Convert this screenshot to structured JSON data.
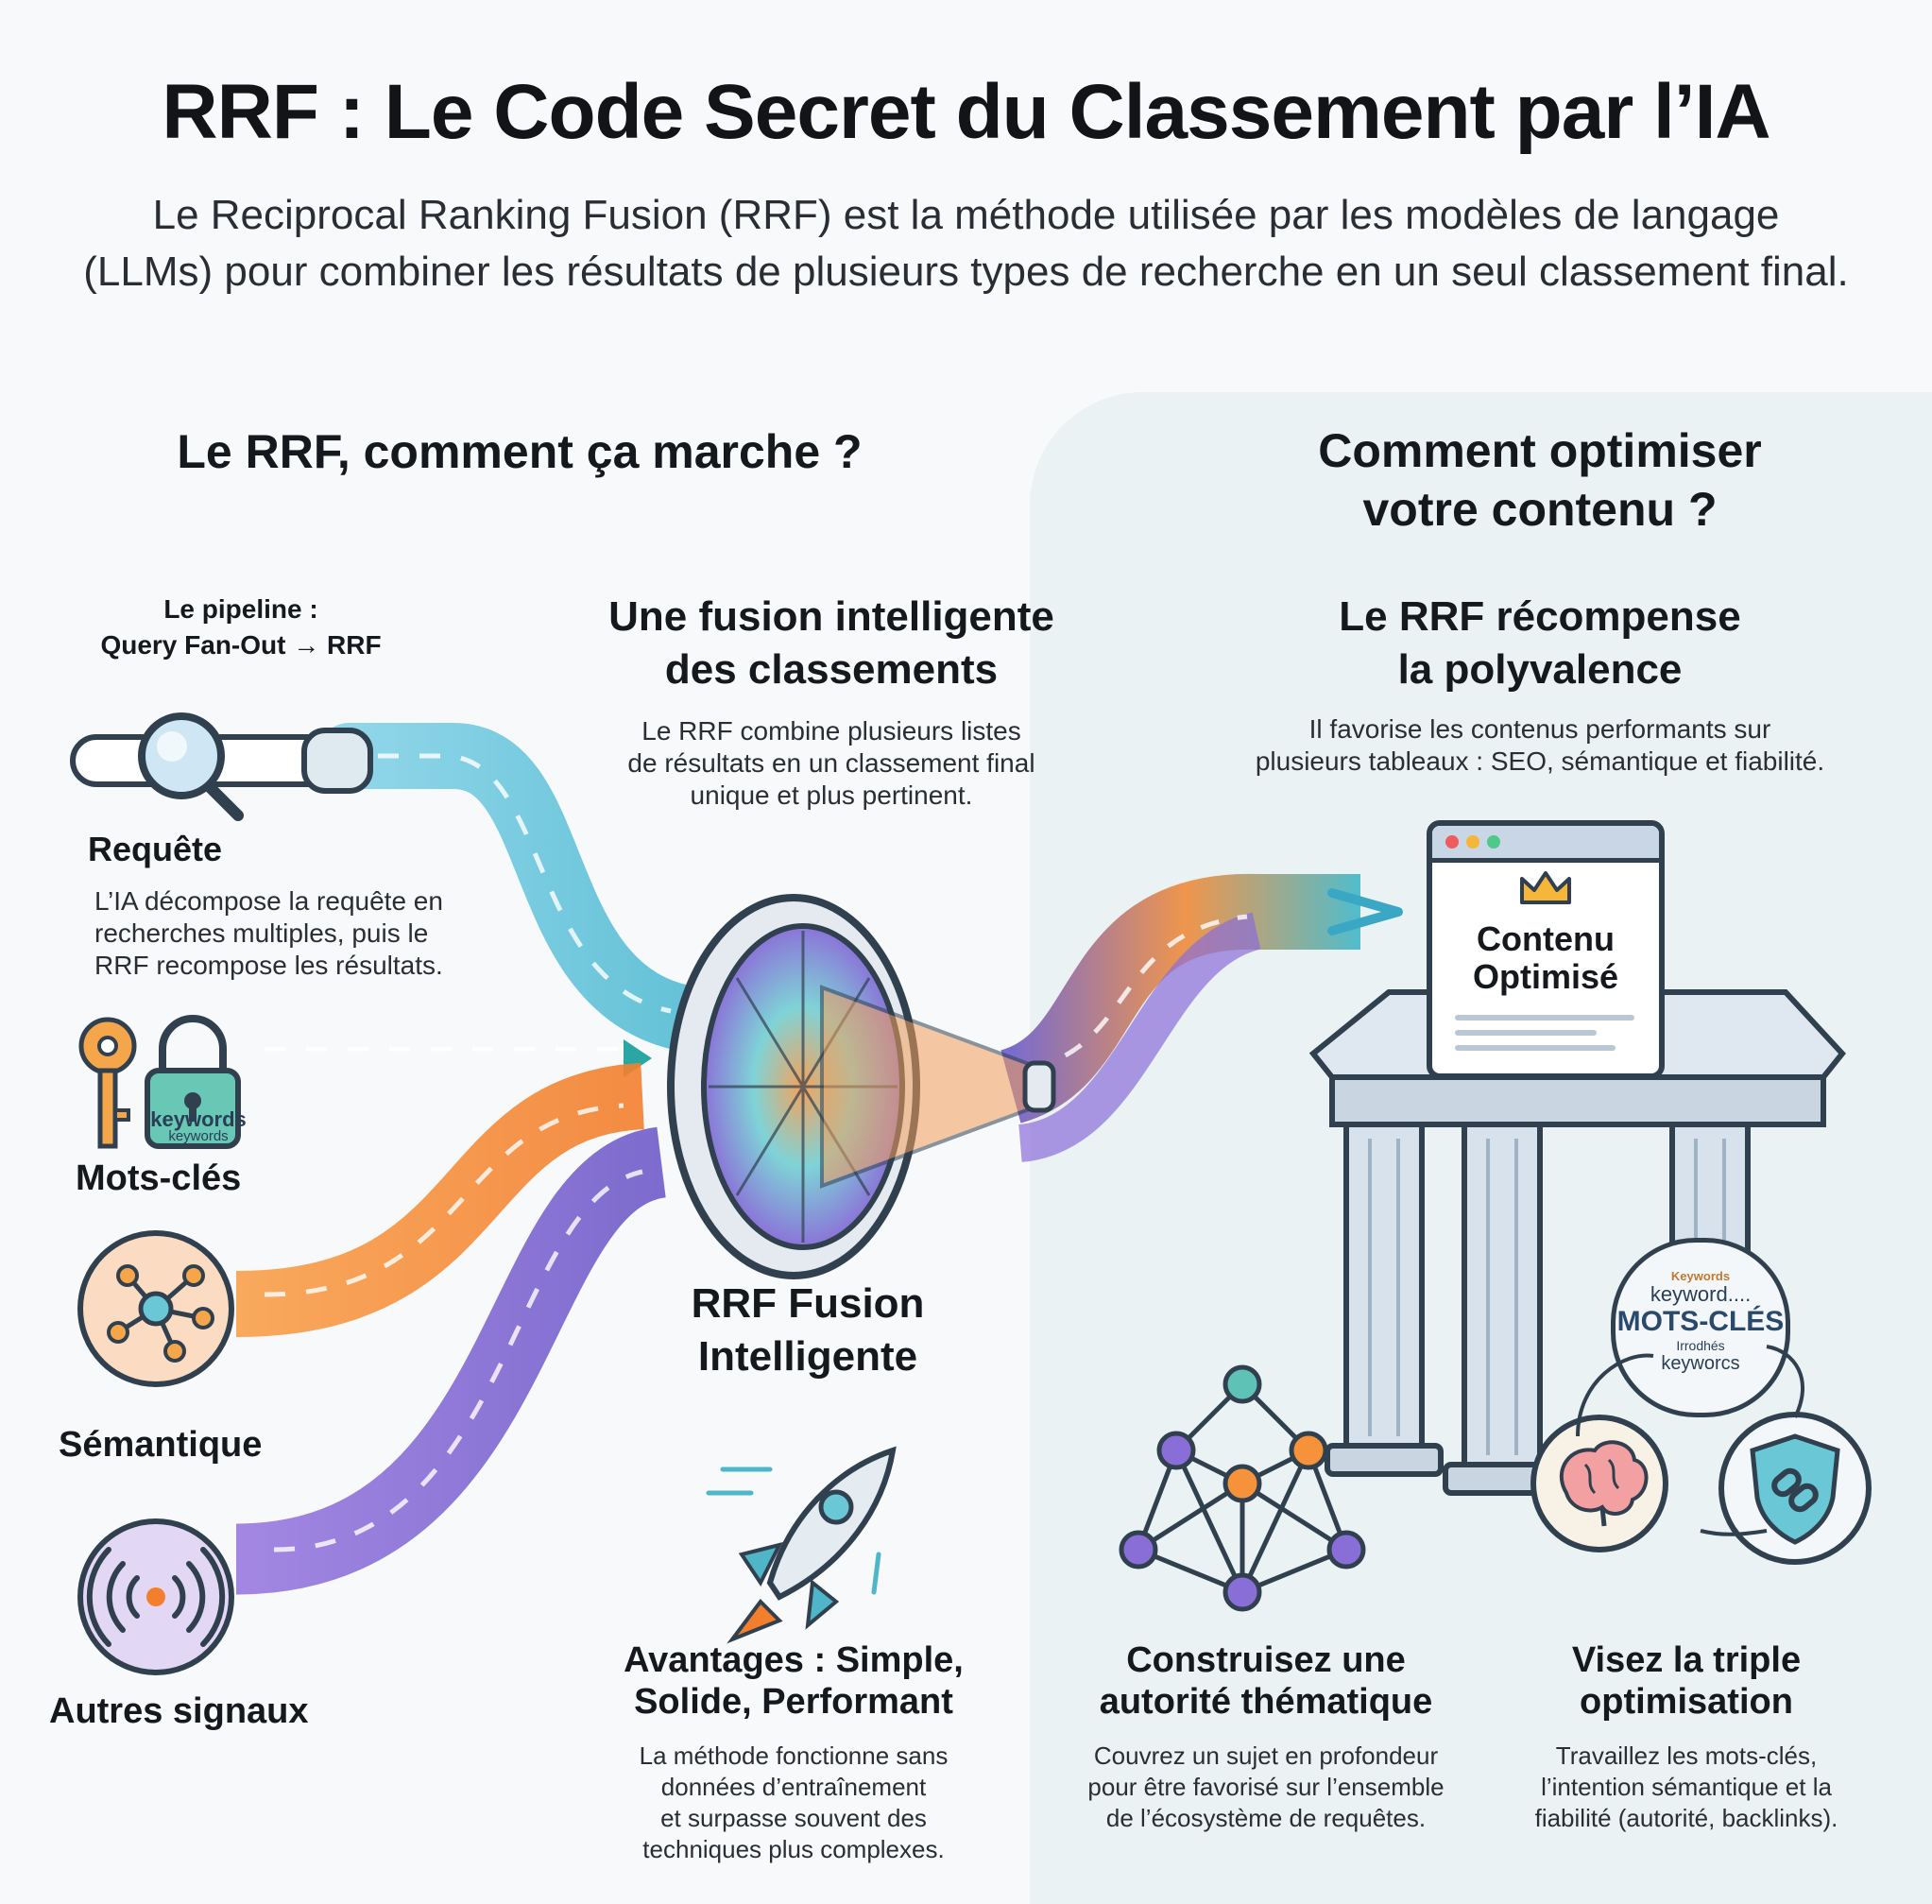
{
  "header": {
    "title": "RRF : Le Code Secret du Classement par l’IA",
    "subtitle_line1": "Le Reciprocal Ranking Fusion (RRF) est la méthode utilisée par les modèles de langage",
    "subtitle_line2": "(LLMs) pour combiner les résultats de plusieurs types de recherche en un seul classement final."
  },
  "left": {
    "heading": "Le RRF, comment ça marche ?",
    "pipeline_line1": "Le pipeline :",
    "pipeline_line2": "Query Fan-Out → RRF",
    "inputs": [
      {
        "label": "Requête",
        "icon": "magnifier-icon"
      },
      {
        "label": "Mots-clés",
        "icon": "key-lock-icon"
      },
      {
        "label": "Sémantique",
        "icon": "network-node-icon"
      },
      {
        "label": "Autres signaux",
        "icon": "signal-icon"
      }
    ],
    "requete_desc": [
      "L’IA décompose la requête en",
      "recherches multiples, puis le",
      "RRF recompose les résultats."
    ],
    "keywords_badge_1": "keywords",
    "keywords_badge_2": "keywords"
  },
  "center": {
    "heading_line1": "Une fusion intelligente",
    "heading_line2": "des classements",
    "desc": [
      "Le RRF combine plusieurs listes",
      "de résultats en un classement final",
      "unique et plus pertinent."
    ],
    "fusion_label_line1": "RRF Fusion",
    "fusion_label_line2": "Intelligente",
    "adv_heading_line1": "Avantages : Simple,",
    "adv_heading_line2": "Solide, Performant",
    "adv_desc": [
      "La méthode fonctionne sans",
      "données d’entraînement",
      "et surpasse souvent des",
      "techniques plus complexes."
    ]
  },
  "right": {
    "heading_line1": "Comment optimiser",
    "heading_line2": "votre contenu ?",
    "sub_heading_line1": "Le RRF récompense",
    "sub_heading_line2": "la polyvalence",
    "desc": [
      "Il favorise les contenus performants sur",
      "plusieurs tableaux : SEO, sémantique et fiabilité."
    ],
    "card_line1": "Contenu",
    "card_line2": "Optimisé",
    "badge_top": "Keywords",
    "badge_1": "keyword....",
    "badge_main": "MOTS-CLÉS",
    "badge_2": "Irrodhés",
    "badge_3": "keyworcs",
    "col1_heading_line1": "Construisez une",
    "col1_heading_line2": "autorité thématique",
    "col1_desc": [
      "Couvrez un sujet en profondeur",
      "pour être favorisé sur l’ensemble",
      "de l’écosystème de requêtes."
    ],
    "col2_heading_line1": "Visez la triple",
    "col2_heading_line2": "optimisation",
    "col2_desc": [
      "Travaillez les mots-clés,",
      "l’intention sémantique et la",
      "fiabilité (autorité, backlinks)."
    ]
  },
  "colors": {
    "teal": "#5ec3d6",
    "green_teal": "#4fc9b0",
    "orange": "#f5923a",
    "purple": "#8a6ed8",
    "dark_text": "#15181c",
    "panel_bg": "#eaf2f3"
  }
}
